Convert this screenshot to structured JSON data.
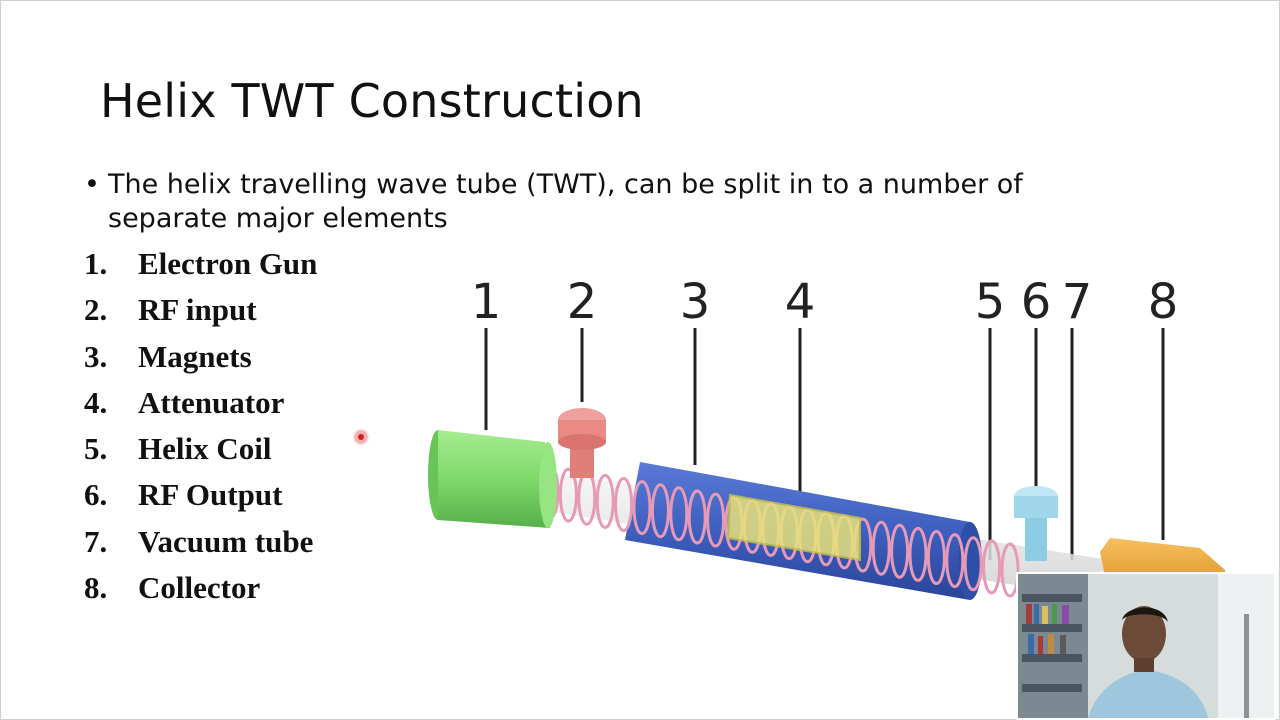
{
  "slide": {
    "title": "Helix TWT Construction",
    "bullet_symbol": "•",
    "bullet_text": "The helix travelling wave tube (TWT), can be split in to a number of separate major elements"
  },
  "parts": [
    {
      "num": "1.",
      "label": "Electron Gun"
    },
    {
      "num": "2.",
      "label": "RF input"
    },
    {
      "num": "3.",
      "label": "Magnets"
    },
    {
      "num": "4.",
      "label": "Attenuator"
    },
    {
      "num": "5.",
      "label": "Helix Coil"
    },
    {
      "num": "6.",
      "label": "RF Output"
    },
    {
      "num": "7.",
      "label": "Vacuum tube"
    },
    {
      "num": "8.",
      "label": "Collector"
    }
  ],
  "diagram": {
    "callouts": [
      "1",
      "2",
      "3",
      "4",
      "5",
      "6",
      "7",
      "8"
    ],
    "colors": {
      "electron_gun": "#7fd86a",
      "rf_input": "#e98a86",
      "magnets": "#3e5fbf",
      "attenuator": "#e6e27a",
      "helix": "#e79ab8",
      "rf_output": "#9fd6ea",
      "collector": "#f0a830"
    }
  }
}
